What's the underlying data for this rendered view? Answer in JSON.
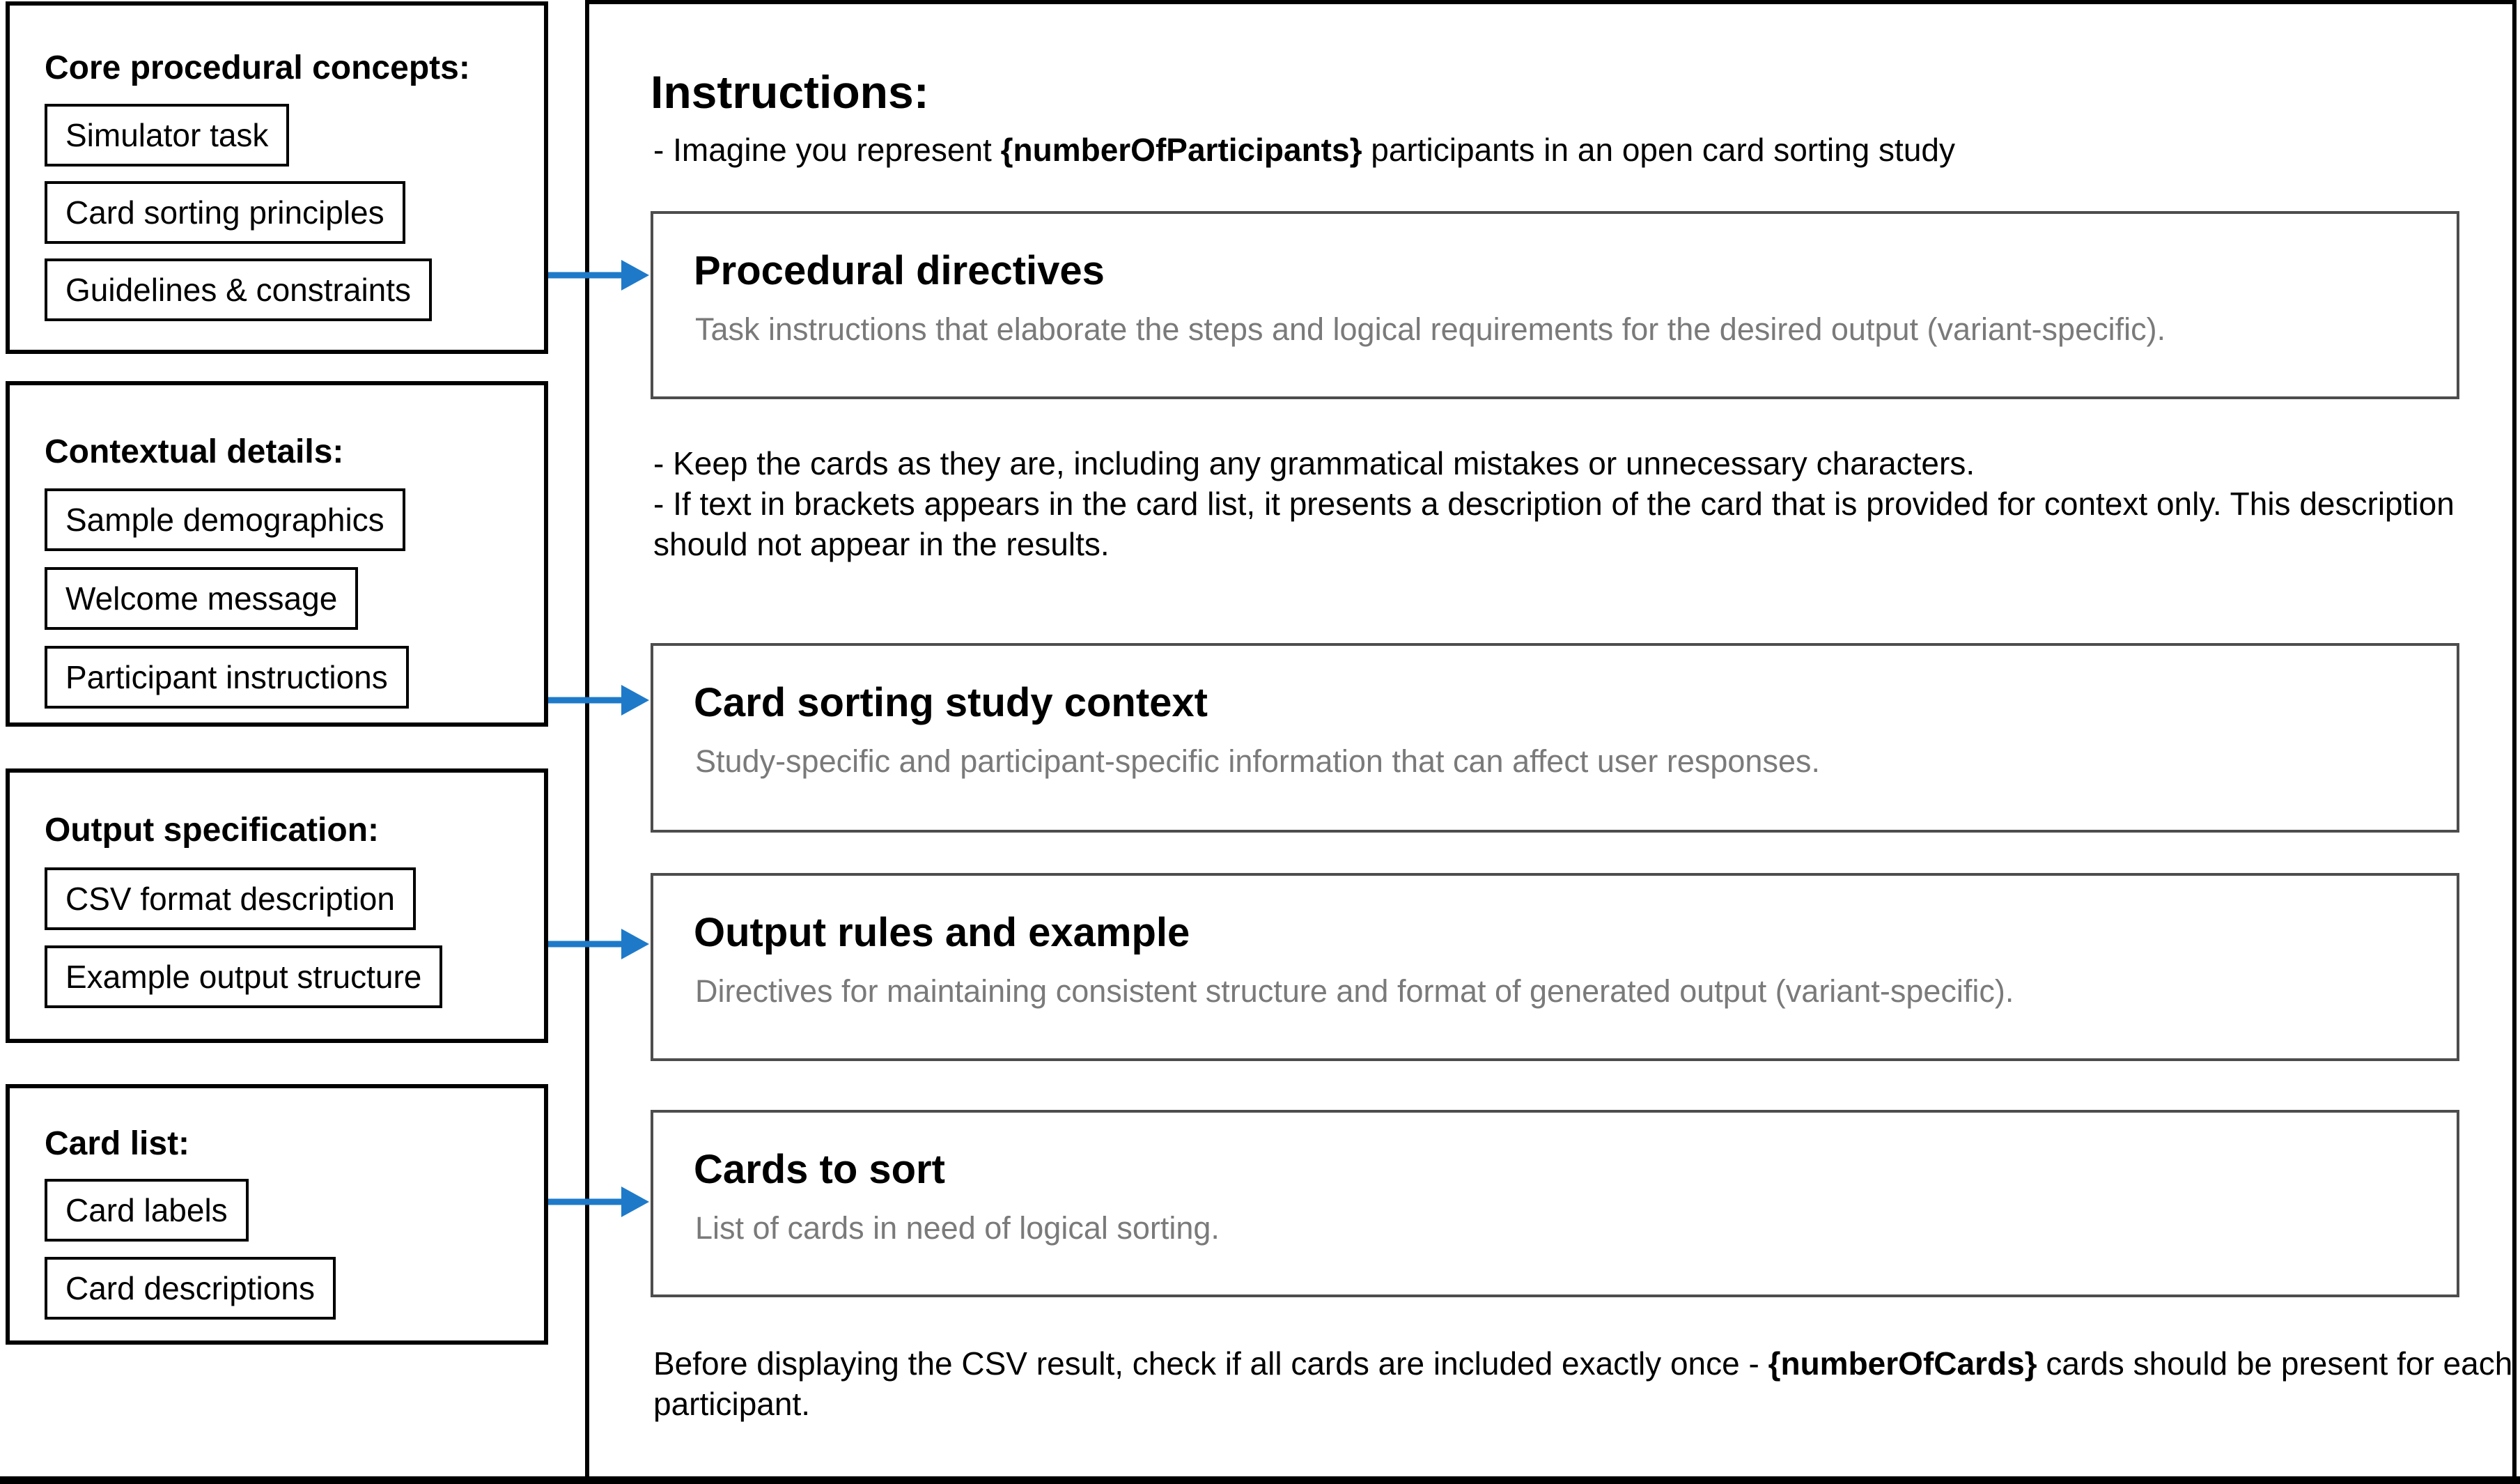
{
  "left_panel": {
    "groups": [
      {
        "title": "Core procedural concepts:",
        "items": [
          "Simulator task",
          "Card sorting principles",
          "Guidelines & constraints"
        ]
      },
      {
        "title": "Contextual details:",
        "items": [
          "Sample demographics",
          "Welcome message",
          "Participant instructions"
        ]
      },
      {
        "title": "Output specification:",
        "items": [
          "CSV format description",
          "Example output structure"
        ]
      },
      {
        "title": "Card list:",
        "items": [
          "Card labels",
          "Card descriptions"
        ]
      }
    ]
  },
  "right_panel": {
    "heading": "Instructions:",
    "intro": {
      "prefix": "- Imagine you represent ",
      "variable": "{numberOfParticipants}",
      "suffix": " participants in an open card sorting study"
    },
    "cards": [
      {
        "title": "Procedural directives",
        "description": "Task instructions that elaborate the steps and logical requirements for the desired output (variant-specific)."
      },
      {
        "title": "Card sorting study context",
        "description": "Study-specific and participant-specific information that can affect user responses."
      },
      {
        "title": "Output rules and example",
        "description": "Directives for maintaining consistent structure and format of generated output (variant-specific)."
      },
      {
        "title": "Cards to sort",
        "description": "List of cards in need of logical sorting."
      }
    ],
    "notes": [
      "- Keep the cards as they are, including any grammatical mistakes or unnecessary characters.",
      "- If text in brackets appears in the card list, it presents a description of the card that is provided for context only. This description should not appear in the results."
    ],
    "footer": {
      "prefix": "Before displaying the CSV result, check if all cards are included exactly once - ",
      "variable": "{numberOfCards}",
      "suffix": " cards should be present for each participant."
    }
  },
  "colors": {
    "arrow": "#1e7ac9",
    "card_border": "#4d4d4d",
    "panel_border": "#000000",
    "subtitle_text": "#7a7a7a"
  }
}
